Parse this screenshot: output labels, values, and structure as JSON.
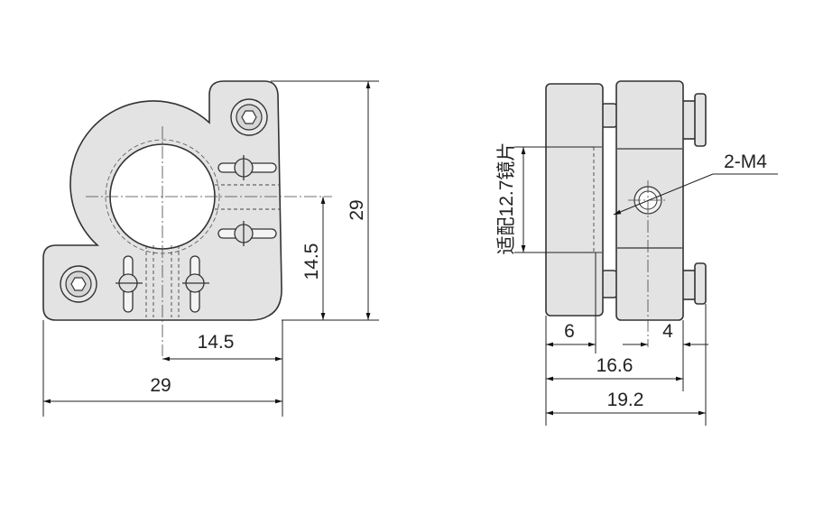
{
  "front_view": {
    "dim_horizontal_half": "14.5",
    "dim_horizontal_full": "29",
    "dim_vertical_half": "14.5",
    "dim_vertical_full": "29"
  },
  "side_view": {
    "thread_callout": "2-M4",
    "lens_label": "适配12.7镜片",
    "dim_thickness": "6",
    "dim_hole_offset": "4",
    "dim_width_body": "16.6",
    "dim_width_total": "19.2"
  },
  "colors": {
    "body": "#e3e3e3",
    "outline": "#333333",
    "line": "#222222"
  }
}
